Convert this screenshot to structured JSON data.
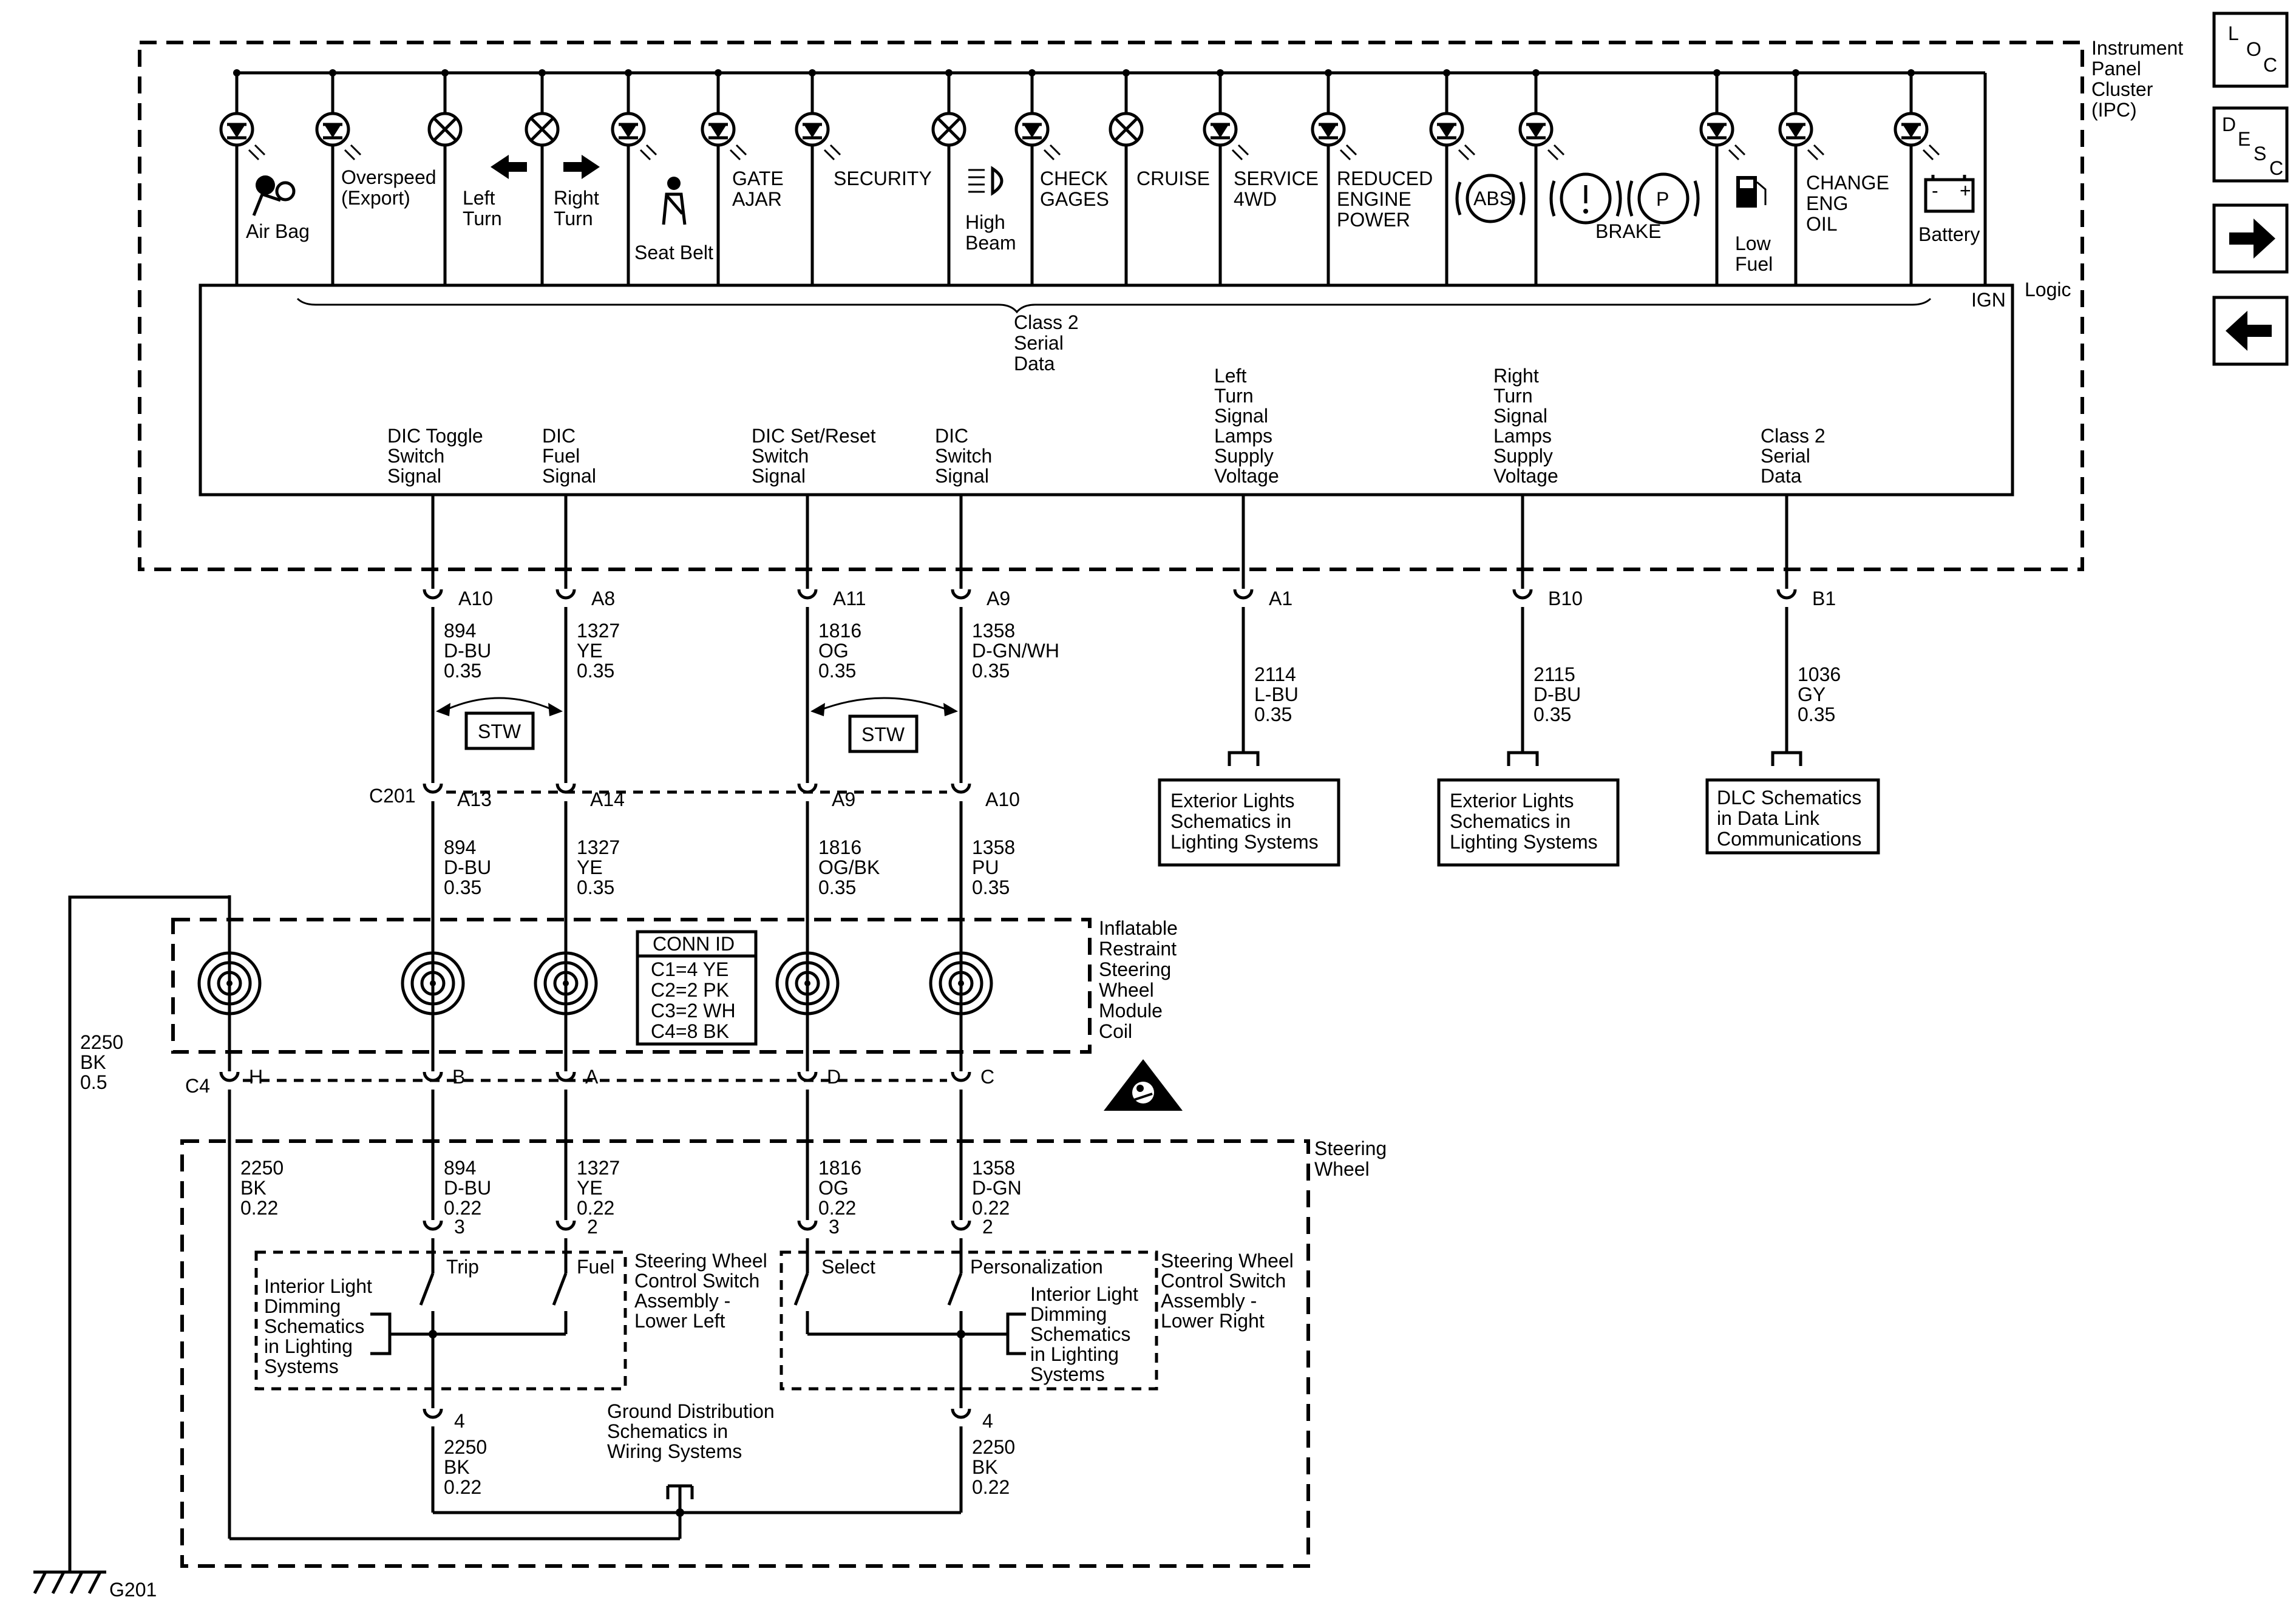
{
  "ipc": {
    "title_lines": [
      "Instrument",
      "Panel",
      "Cluster",
      "(IPC)"
    ],
    "logic": "Logic",
    "ign": "IGN",
    "class2_lines": [
      "Class 2",
      "Serial",
      "Data"
    ],
    "indicators": [
      {
        "lines": [
          "Air Bag"
        ],
        "symbol": "led"
      },
      {
        "lines": [
          "Overspeed",
          "(Export)"
        ],
        "symbol": "led"
      },
      {
        "lines": [
          "Left",
          "Turn"
        ],
        "symbol": "lamp"
      },
      {
        "lines": [
          "Right",
          "Turn"
        ],
        "symbol": "lamp"
      },
      {
        "lines": [
          "Seat Belt"
        ],
        "symbol": "led"
      },
      {
        "lines": [
          "GATE",
          "AJAR"
        ],
        "symbol": "led"
      },
      {
        "lines": [
          "SECURITY"
        ],
        "symbol": "led"
      },
      {
        "lines": [
          "High",
          "Beam"
        ],
        "symbol": "lamp"
      },
      {
        "lines": [
          "CHECK",
          "GAGES"
        ],
        "symbol": "led"
      },
      {
        "lines": [
          "CRUISE"
        ],
        "symbol": "lamp"
      },
      {
        "lines": [
          "SERVICE",
          "4WD"
        ],
        "symbol": "led"
      },
      {
        "lines": [
          "REDUCED",
          "ENGINE",
          "POWER"
        ],
        "symbol": "led"
      },
      {
        "lines": [
          "ABS"
        ],
        "symbol": "led"
      },
      {
        "lines": [
          "BRAKE"
        ],
        "symbol": "led"
      },
      {
        "lines": [
          "Low",
          "Fuel"
        ],
        "symbol": "led"
      },
      {
        "lines": [
          "CHANGE",
          "ENG",
          "OIL"
        ],
        "symbol": "led"
      },
      {
        "lines": [
          "Battery"
        ],
        "symbol": "led"
      }
    ],
    "brake_p": "P",
    "battery_signs": [
      "-",
      "+"
    ],
    "signals": [
      {
        "lines": [
          "DIC Toggle",
          "Switch",
          "Signal"
        ]
      },
      {
        "lines": [
          "DIC",
          "Fuel",
          "Signal"
        ]
      },
      {
        "lines": [
          "DIC Set/Reset",
          "Switch",
          "Signal"
        ]
      },
      {
        "lines": [
          "DIC",
          "Switch",
          "Signal"
        ]
      },
      {
        "lines": [
          "Left",
          "Turn",
          "Signal",
          "Lamps",
          "Supply",
          "Voltage"
        ]
      },
      {
        "lines": [
          "Right",
          "Turn",
          "Signal",
          "Lamps",
          "Supply",
          "Voltage"
        ]
      },
      {
        "lines": [
          "Class 2",
          "Serial",
          "Data"
        ]
      }
    ]
  },
  "nav": {
    "loc": [
      "L",
      "O",
      "C"
    ],
    "desc": [
      "D",
      "E",
      "S",
      "C"
    ]
  },
  "ipc_pins": [
    "A10",
    "A8",
    "A11",
    "A9",
    "A1",
    "B10",
    "B1"
  ],
  "upper_wires": [
    [
      "894",
      "D-BU",
      "0.35"
    ],
    [
      "1327",
      "YE",
      "0.35"
    ],
    [
      "1816",
      "OG",
      "0.35"
    ],
    [
      "1358",
      "D-GN/WH",
      "0.35"
    ],
    [
      "2114",
      "L-BU",
      "0.35"
    ],
    [
      "2115",
      "D-BU",
      "0.35"
    ],
    [
      "1036",
      "GY",
      "0.35"
    ]
  ],
  "stw": "STW",
  "refs": [
    [
      "Exterior Lights",
      "Schematics in",
      "Lighting Systems"
    ],
    [
      "Exterior Lights",
      "Schematics in",
      "Lighting Systems"
    ],
    [
      "DLC Schematics",
      "in Data Link",
      "Communications"
    ]
  ],
  "c201": {
    "id": "C201",
    "pins": [
      "A13",
      "A14",
      "A9",
      "A10"
    ]
  },
  "mid_wires": [
    [
      "894",
      "D-BU",
      "0.35"
    ],
    [
      "1327",
      "YE",
      "0.35"
    ],
    [
      "1816",
      "OG/BK",
      "0.35"
    ],
    [
      "1358",
      "PU",
      "0.35"
    ]
  ],
  "coil": {
    "label_lines": [
      "Inflatable",
      "Restraint",
      "Steering",
      "Wheel",
      "Module",
      "Coil"
    ],
    "conn_title": "CONN ID",
    "conn_lines": [
      "C1=4 YE",
      "C2=2 PK",
      "C3=2 WH",
      "C4=8 BK"
    ]
  },
  "ground_wire": [
    "2250",
    "BK",
    "0.5"
  ],
  "c4": {
    "id": "C4",
    "pins": [
      "H",
      "B",
      "A",
      "D",
      "C"
    ]
  },
  "sw_label_lines": [
    "Steering",
    "Wheel"
  ],
  "lower_wires": [
    [
      "2250",
      "BK",
      "0.22"
    ],
    [
      "894",
      "D-BU",
      "0.22"
    ],
    [
      "1327",
      "YE",
      "0.22"
    ],
    [
      "1816",
      "OG",
      "0.22"
    ],
    [
      "1358",
      "D-GN",
      "0.22"
    ]
  ],
  "switch_pins": [
    "3",
    "2",
    "3",
    "2"
  ],
  "switches": {
    "trip": "Trip",
    "fuel": "Fuel",
    "select": "Select",
    "personalization": "Personalization"
  },
  "dimming_lines": [
    "Interior Light",
    "Dimming",
    "Schematics",
    "in Lighting",
    "Systems"
  ],
  "dimming_lines_r": [
    "Interior Light",
    "Dimming",
    "Schematics",
    "in Lighting",
    "Systems"
  ],
  "assy_left": [
    "Steering Wheel",
    "Control Switch",
    "Assembly -",
    "Lower Left"
  ],
  "assy_right": [
    "Steering Wheel",
    "Control Switch",
    "Assembly -",
    "Lower Right"
  ],
  "ground_pins": [
    "4",
    "4"
  ],
  "ground_wires": [
    [
      "2250",
      "BK",
      "0.22"
    ],
    [
      "2250",
      "BK",
      "0.22"
    ]
  ],
  "ground_dist": [
    "Ground Distribution",
    "Schematics in",
    "Wiring Systems"
  ],
  "g201": "G201"
}
